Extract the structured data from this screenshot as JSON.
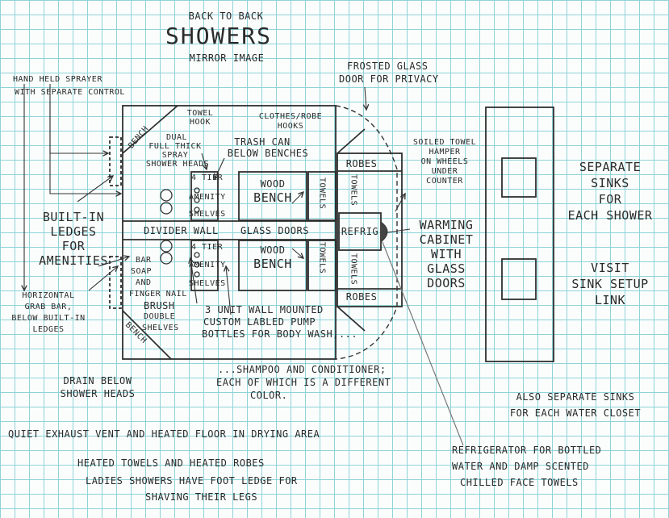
{
  "title": {
    "line1": "BACK TO BACK",
    "line2": "SHOWERS",
    "line3": "MIRROR IMAGE"
  },
  "labels": {
    "hand_held": [
      "HAND HELD SPRAYER",
      "WITH SEPARATE CONTROL"
    ],
    "frosted": [
      "FROSTED GLASS",
      "DOOR FOR PRIVACY"
    ],
    "bench_top": "BENCH",
    "bench_bottom": "BENCH",
    "towel_hook": [
      "TOWEL",
      "HOOK"
    ],
    "clothes_hooks": [
      "CLOTHES/ROBE",
      "HOOKS"
    ],
    "dual_heads": [
      "DUAL",
      "FULL THICK",
      "SPRAY",
      "SHOWER HEADS"
    ],
    "trash": [
      "TRASH CAN",
      "BELOW BENCHES"
    ],
    "amenity_top": [
      "4 TIER",
      "AMENITY",
      "SHELVES"
    ],
    "amenity_bottom": [
      "4 TIER",
      "AMENITY",
      "SHELVES"
    ],
    "wood_bench_top": [
      "WOOD",
      "BENCH"
    ],
    "wood_bench_bottom": [
      "WOOD",
      "BENCH"
    ],
    "towels_1": "TOWELS",
    "towels_2": "TOWELS",
    "towels_3": "TOWELS",
    "towels_4": "TOWELS",
    "robes_top": "ROBES",
    "robes_bottom": "ROBES",
    "soiled": [
      "SOILED TOWEL",
      "HAMPER",
      "ON WHEELS",
      "UNDER",
      "COUNTER"
    ],
    "builtin": [
      "BUILT-IN",
      "LEDGES",
      "FOR",
      "AMENITIES"
    ],
    "divider": "DIVIDER WALL",
    "glass_doors": "GLASS DOORS",
    "refrig": "REFRIG",
    "warming": [
      "WARMING",
      "CABINET",
      "WITH",
      "GLASS",
      "DOORS"
    ],
    "bar_soap": [
      "BAR",
      "SOAP",
      "AND"
    ],
    "finger_nail": "FINGER NAIL",
    "brush": "BRUSH",
    "double_shelves": [
      "DOUBLE",
      "SHELVES"
    ],
    "horizontal_grab": [
      "HORIZONTAL",
      "GRAB BAR,",
      "BELOW BUILT-IN",
      "LEDGES"
    ],
    "pump_bottles": [
      "3 UNIT WALL MOUNTED",
      "CUSTOM LABLED PUMP",
      "BOTTLES FOR BODY WASH,..."
    ],
    "shampoo": [
      "...SHAMPOO AND CONDITIONER;",
      "EACH OF WHICH IS A DIFFERENT",
      "COLOR."
    ],
    "drain": [
      "DRAIN BELOW",
      "SHOWER HEADS"
    ],
    "sinks_title": [
      "SEPARATE",
      "SINKS",
      "FOR",
      "EACH SHOWER"
    ],
    "visit": [
      "VISIT",
      "SINK SETUP",
      "LINK"
    ],
    "also_sinks": [
      "ALSO SEPARATE SINKS",
      "FOR EACH WATER CLOSET"
    ],
    "exhaust": "QUIET EXHAUST VENT AND HEATED FLOOR IN DRYING AREA",
    "heated": [
      "HEATED TOWELS AND HEATED ROBES",
      "LADIES SHOWERS HAVE FOOT LEDGE FOR",
      "SHAVING THEIR LEGS"
    ],
    "refrigerator_note": [
      "REFRIGERATOR FOR BOTTLED",
      "WATER AND DAMP SCENTED",
      "CHILLED FACE TOWELS"
    ]
  }
}
